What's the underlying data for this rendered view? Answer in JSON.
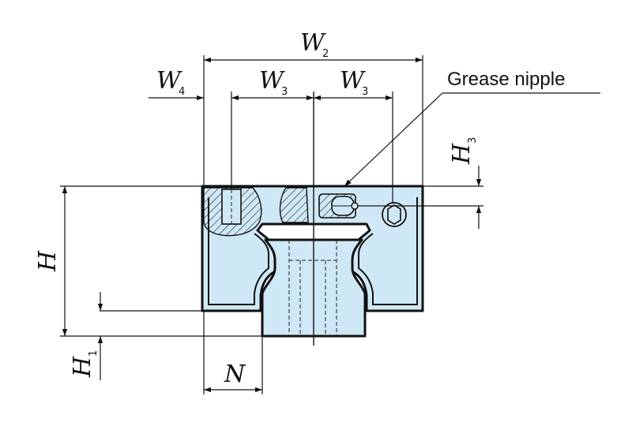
{
  "callout": {
    "grease_nipple": "Grease nipple"
  },
  "dimensions": {
    "w2": {
      "main": "W",
      "sub": "2"
    },
    "w4": {
      "main": "W",
      "sub": "4"
    },
    "w3_left": {
      "main": "W",
      "sub": "3"
    },
    "w3_right": {
      "main": "W",
      "sub": "3"
    },
    "h": {
      "main": "H"
    },
    "h1": {
      "main": "H",
      "sub": "1"
    },
    "h3": {
      "main": "H",
      "sub": "3"
    },
    "n": {
      "main": "N"
    }
  },
  "colors": {
    "body_fill": "#cfe8f5",
    "line": "#111111",
    "hatch": "#111111"
  }
}
